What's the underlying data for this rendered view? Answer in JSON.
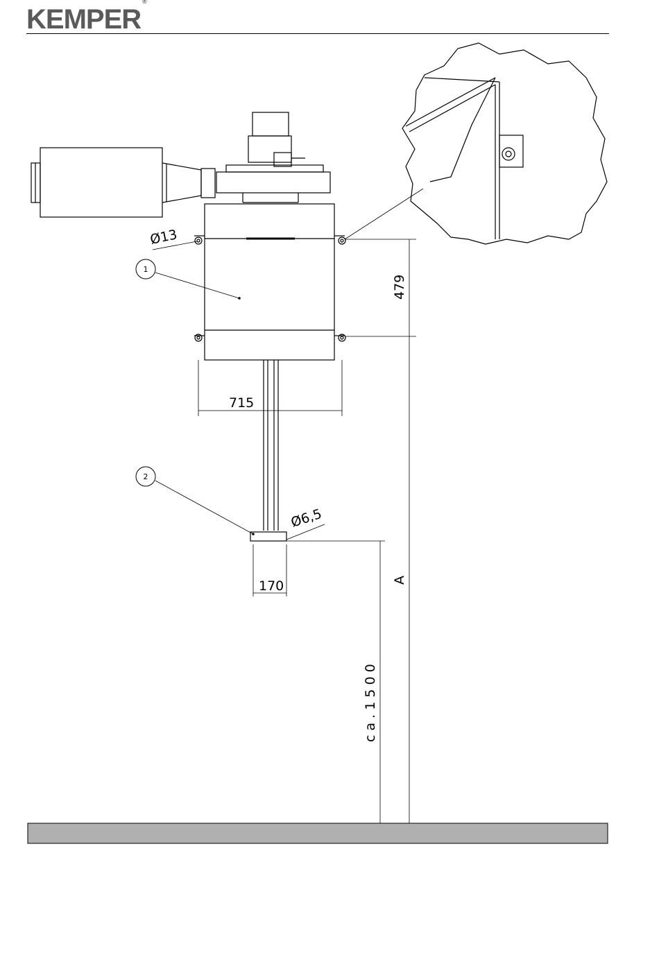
{
  "header": {
    "brand": "KEMPER",
    "registered_mark": "®"
  },
  "drawing": {
    "callouts": [
      {
        "number": "1"
      },
      {
        "number": "2"
      }
    ],
    "dimensions": {
      "hole_top": "Ø13",
      "vertical_spacing": "479",
      "width": "715",
      "hole_plate": "Ø6,5",
      "plate_width": "170",
      "height_a": "A",
      "height_floor": "c a .   1 5 0 0"
    }
  }
}
